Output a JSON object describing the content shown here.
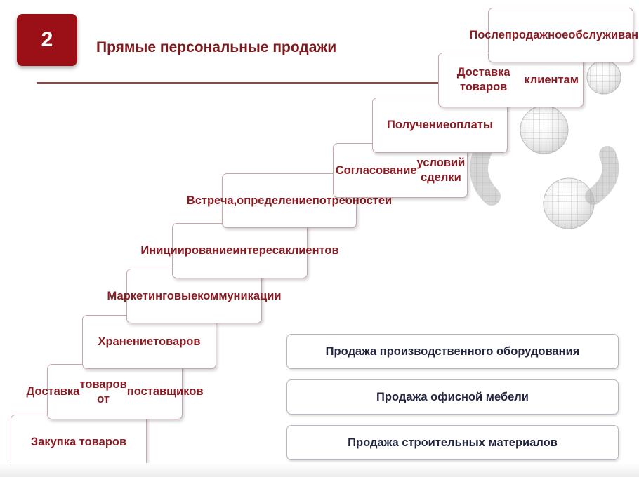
{
  "slide": {
    "number": "2",
    "title": "Прямые персональные продажи"
  },
  "steps": [
    {
      "lines": [
        "Закупка товаров"
      ]
    },
    {
      "lines": [
        "Доставка",
        "товаров от",
        "поставщиков"
      ]
    },
    {
      "lines": [
        "Хранение",
        "товаров"
      ]
    },
    {
      "lines": [
        "Маркетинговые",
        "коммуникации"
      ]
    },
    {
      "lines": [
        "Инициирование",
        "интереса",
        "клиентов"
      ]
    },
    {
      "lines": [
        "Встреча,",
        "определение",
        "потребностей"
      ]
    },
    {
      "lines": [
        "Согласование",
        "условий сделки"
      ]
    },
    {
      "lines": [
        "Получение",
        "оплаты"
      ]
    },
    {
      "lines": [
        "Доставка товаров",
        "клиентам"
      ]
    },
    {
      "lines": [
        "Послепродажное",
        "обслуживание"
      ]
    }
  ],
  "categories": [
    "Продажа производственного оборудования",
    "Продажа офисной мебели",
    "Продажа строительных материалов"
  ],
  "colors": {
    "accent": "#9b1016",
    "step_text": "#8b1b22",
    "category_text": "#232640"
  }
}
